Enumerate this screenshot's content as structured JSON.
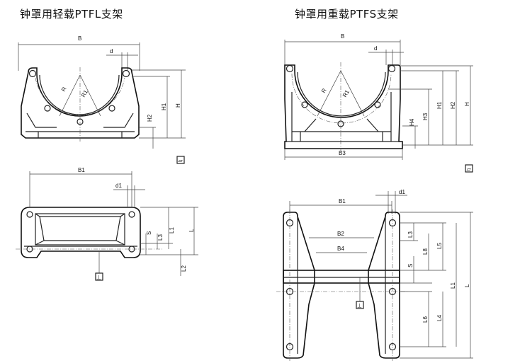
{
  "titles": {
    "light": "钟罩用轻载PTFL支架",
    "heavy": "钟罩用重载PTFS支架"
  },
  "labels": {
    "B": "B",
    "d": "d",
    "R": "R",
    "R1": "R1",
    "H": "H",
    "H1": "H1",
    "H2": "H2",
    "H3": "H3",
    "H4": "H4",
    "B1": "B1",
    "B2": "B2",
    "B3": "B3",
    "B4": "B4",
    "d1": "d1",
    "S": "S",
    "L": "L",
    "L1": "L1",
    "L2": "L2",
    "L3": "L3",
    "L4": "L4",
    "L5": "L5",
    "L6": "L6",
    "L8": "L8"
  },
  "symbols": {
    "flatness": "▱",
    "perpendicular": "⊥"
  }
}
